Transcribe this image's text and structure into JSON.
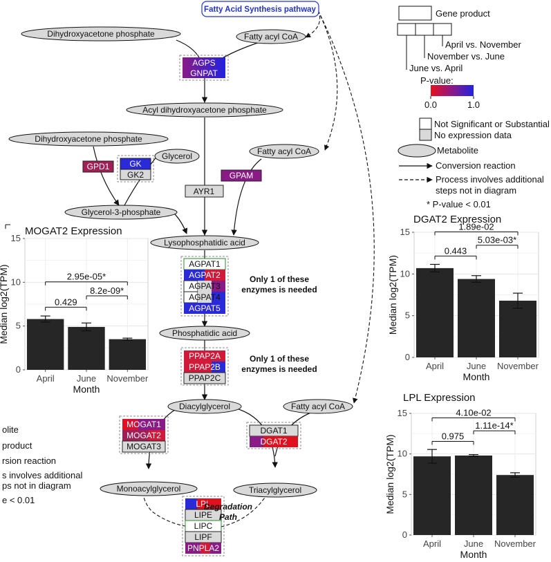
{
  "pathway": {
    "title": "Fatty Acid Synthesis pathway",
    "metabolites": {
      "dhap_top": "Dihydroxyacetone phosphate",
      "fatty_acyl_coa_1": "Fatty acyl CoA",
      "acyl_dhap": "Acyl dihydroxyacetone phosphate",
      "dhap_mid": "Dihydroxyacetone phosphate",
      "glycerol": "Glycerol",
      "fatty_acyl_coa_2": "Fatty acyl CoA",
      "g3p": "Glycerol-3-phosphate",
      "lpa": "Lysophosphatidic acid",
      "pa": "Phosphatidic acid",
      "dag": "Diacylglycerol",
      "fatty_acyl_coa_3": "Fatty acyl CoA",
      "mag": "Monoacylglycerol",
      "tag": "Triacylglycerol"
    },
    "genes": {
      "agps": "AGPS",
      "gnpat": "GNPAT",
      "gpd1": "GPD1",
      "gk": "GK",
      "gk2": "GK2",
      "gpam": "GPAM",
      "ayr1": "AYR1",
      "agpat1": "AGPAT1",
      "agpat2": "AGPAT2",
      "agpat3": "AGPAT3",
      "agpat4": "AGPAT4",
      "agpat5": "AGPAT5",
      "ppap2a": "PPAP2A",
      "ppap2b": "PPAP2B",
      "ppap2c": "PPAP2C",
      "mogat1": "MOGAT1",
      "mogat2": "MOGAT2",
      "mogat3": "MOGAT3",
      "dgat1": "DGAT1",
      "dgat2": "DGAT2",
      "lpl": "LPL",
      "lipe": "LIPE",
      "lipc": "LIPC",
      "lipf": "LIPF",
      "pnpla2": "PNPLA2"
    },
    "notes": {
      "agpat_line1": "Only 1 of these",
      "agpat_line2": "enzymes is needed",
      "ppap_line1": "Only 1 of these",
      "ppap_line2": "enzymes is needed",
      "degradation_line1": "Degradation",
      "degradation_line2": "Path"
    }
  },
  "legend": {
    "gene_product": "Gene product",
    "april_vs_november": "April vs. November",
    "november_vs_june": "November vs. June",
    "june_vs_april": "June vs. April",
    "pvalue_title": "P-value:",
    "pvalue_min": "0.0",
    "pvalue_max": "1.0",
    "not_significant": "Not Significant or Substantial",
    "no_expression": "No expression data",
    "metabolite": "Metabolite",
    "conversion": "Conversion reaction",
    "process_line1": "Process involves additional",
    "process_line2": "steps not in diagram",
    "pvalue_note": "*  P-value < 0.01",
    "gradient_low": "#e8101e",
    "gradient_mid": "#8a1a86",
    "gradient_high": "#2222e0"
  },
  "partial_legend": {
    "line1": "olite",
    "line2": "product",
    "line3": "rsion reaction",
    "line4": "s involves additional",
    "line5": "ps not in diagram",
    "line6": "e < 0.01"
  },
  "chart_data": [
    {
      "type": "bar",
      "title": "MOGAT2 Expression",
      "categories": [
        "April",
        "June",
        "November"
      ],
      "values": [
        5.8,
        4.9,
        3.5
      ],
      "errors": [
        0.35,
        0.45,
        0.12
      ],
      "xlabel": "Month",
      "ylabel": "Median log2(TPM)",
      "ylim": [
        0,
        15
      ],
      "yticks": [
        "0",
        "5",
        "10",
        "15"
      ],
      "grid": true,
      "bar_color": "#262626",
      "comparisons": [
        {
          "from": "April",
          "to": "June",
          "label": "0.429"
        },
        {
          "from": "June",
          "to": "November",
          "label": "8.2e-09*"
        },
        {
          "from": "April",
          "to": "November",
          "label": "2.95e-05*"
        }
      ]
    },
    {
      "type": "bar",
      "title": "DGAT2 Expression",
      "categories": [
        "April",
        "June",
        "November"
      ],
      "values": [
        10.7,
        9.4,
        6.8
      ],
      "errors": [
        0.45,
        0.4,
        0.9
      ],
      "xlabel": "Month",
      "ylabel": "Median log2(TPM)",
      "ylim": [
        0,
        15
      ],
      "yticks": [
        "0",
        "5",
        "10",
        "15"
      ],
      "grid": true,
      "bar_color": "#262626",
      "comparisons": [
        {
          "from": "April",
          "to": "June",
          "label": "0.443"
        },
        {
          "from": "June",
          "to": "November",
          "label": "5.03e-03*"
        },
        {
          "from": "April",
          "to": "November",
          "label": "1.89e-02"
        }
      ]
    },
    {
      "type": "bar",
      "title": "LPL Expression",
      "categories": [
        "April",
        "June",
        "November"
      ],
      "values": [
        9.7,
        9.8,
        7.4
      ],
      "errors": [
        0.85,
        0.12,
        0.28
      ],
      "xlabel": "Month",
      "ylabel": "Median log2(TPM)",
      "ylim": [
        0,
        15
      ],
      "yticks": [
        "0",
        "5",
        "10",
        "15"
      ],
      "grid": true,
      "bar_color": "#262626",
      "comparisons": [
        {
          "from": "April",
          "to": "June",
          "label": "0.975"
        },
        {
          "from": "June",
          "to": "November",
          "label": "1.11e-14*"
        },
        {
          "from": "April",
          "to": "November",
          "label": "4.10e-02"
        }
      ]
    }
  ]
}
